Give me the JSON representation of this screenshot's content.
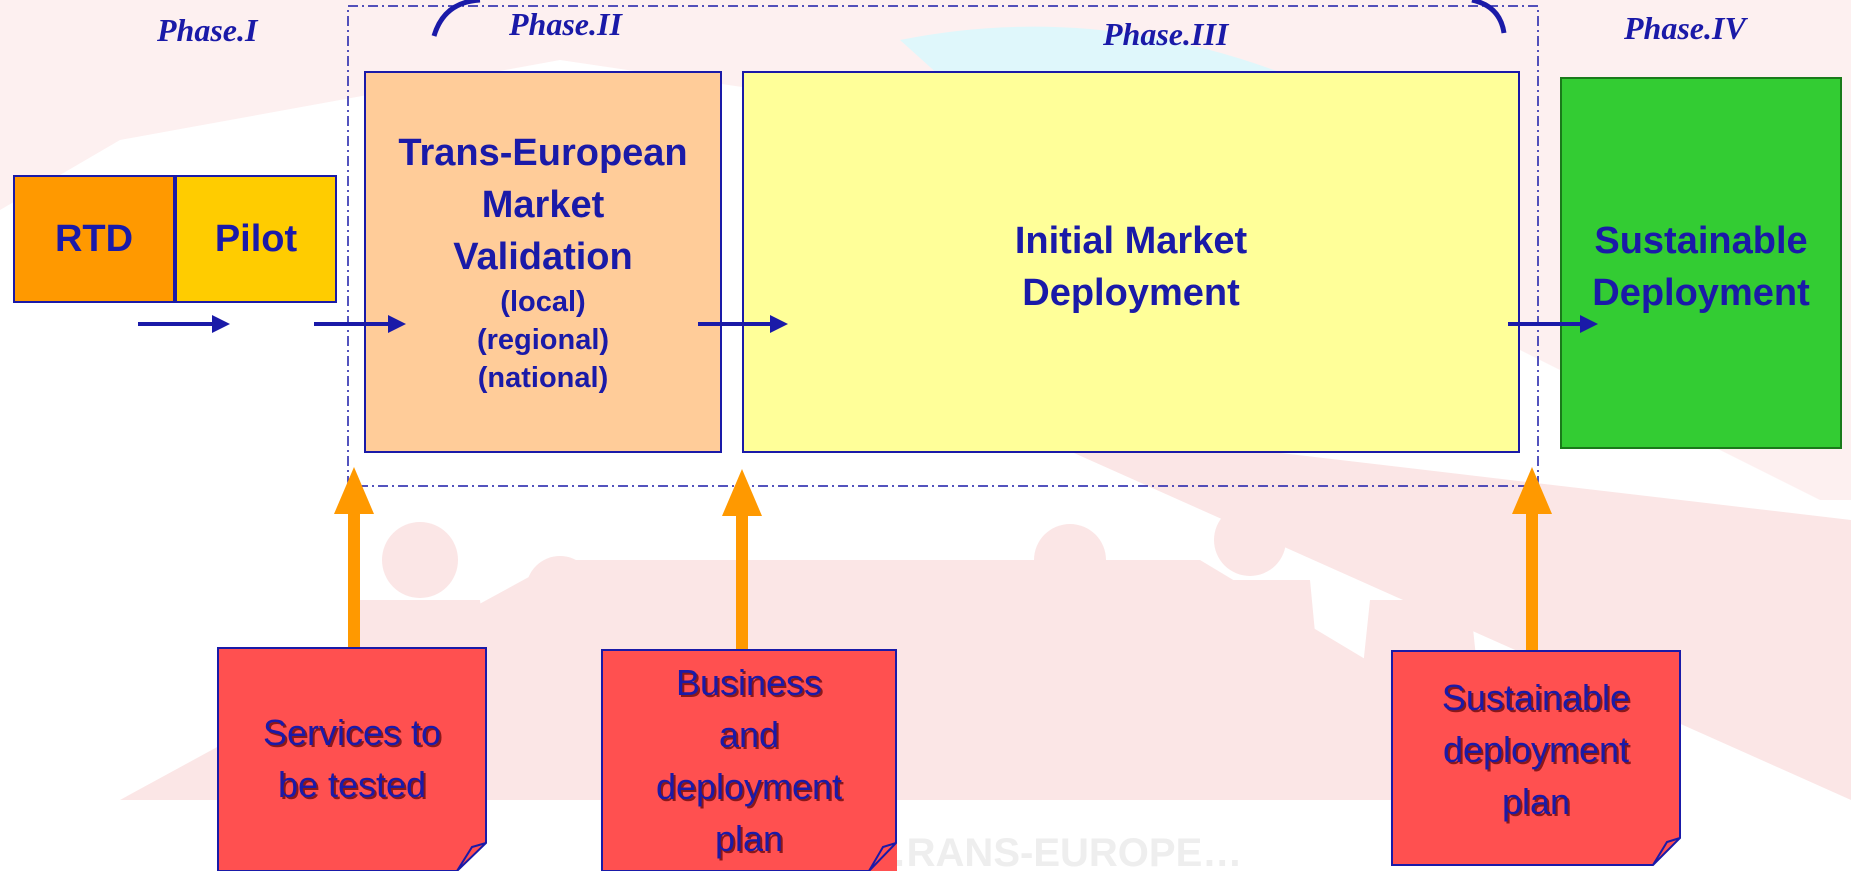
{
  "phases": {
    "p1": "Phase.I",
    "p2": "Phase.II",
    "p3": "Phase.III",
    "p4": "Phase.IV"
  },
  "boxes": {
    "rtd": "RTD",
    "pilot": "Pilot",
    "validation": {
      "line1": "Trans-European",
      "line2": "Market",
      "line3": "Validation",
      "sub1": "(local)",
      "sub2": "(regional)",
      "sub3": "(national)"
    },
    "initial": {
      "line1": "Initial Market",
      "line2": "Deployment"
    },
    "sustainable": {
      "line1": "Sustainable",
      "line2": "Deployment"
    }
  },
  "notes": {
    "services": {
      "line1": "Services to",
      "line2": "be tested"
    },
    "business": {
      "line1": "Business",
      "line2": "and",
      "line3": "deployment",
      "line4": "plan"
    },
    "sustainable_plan": {
      "line1": "Sustainable",
      "line2": "deployment",
      "line3": "plan"
    }
  },
  "watermark": "…LO… …RANS-EUROPE…",
  "colors": {
    "rtd": "#ff9900",
    "pilot": "#ffcc00",
    "validation": "#ffcc99",
    "initial": "#ffff99",
    "sustainable": "#33cc33",
    "note": "#ff5050",
    "text": "#1a1aa8",
    "up_arrow": "#ff9900"
  }
}
